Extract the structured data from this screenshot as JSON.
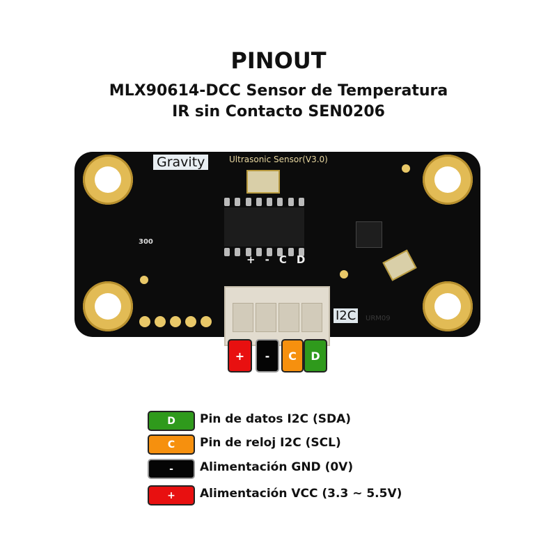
{
  "title": "PINOUT",
  "subtitle_line1": "MLX90614-DCC Sensor de Temperatura",
  "subtitle_line2": "IR sin Contacto SEN0206",
  "board": {
    "brand": "Gravity",
    "silk_title": "Ultrasonic Sensor(V3.0)",
    "resistor_label": "300",
    "pin_labels": [
      "+",
      "-",
      "C",
      "D"
    ],
    "interface_label": "I2C",
    "model_label": "URM09"
  },
  "pins": [
    {
      "symbol": "+",
      "color": "#e81010"
    },
    {
      "symbol": "-",
      "color": "#050505"
    },
    {
      "symbol": "C",
      "color": "#f6900e"
    },
    {
      "symbol": "D",
      "color": "#2f9a1c"
    }
  ],
  "legend": [
    {
      "symbol": "D",
      "color": "#2f9a1c",
      "text": "Pin de datos I2C (SDA)"
    },
    {
      "symbol": "C",
      "color": "#f6900e",
      "text": "Pin de reloj I2C (SCL)"
    },
    {
      "symbol": "-",
      "color": "#050505",
      "text": "Alimentación GND (0V)"
    },
    {
      "symbol": "+",
      "color": "#e81010",
      "text": "Alimentación VCC (3.3 ~ 5.5V)"
    }
  ]
}
